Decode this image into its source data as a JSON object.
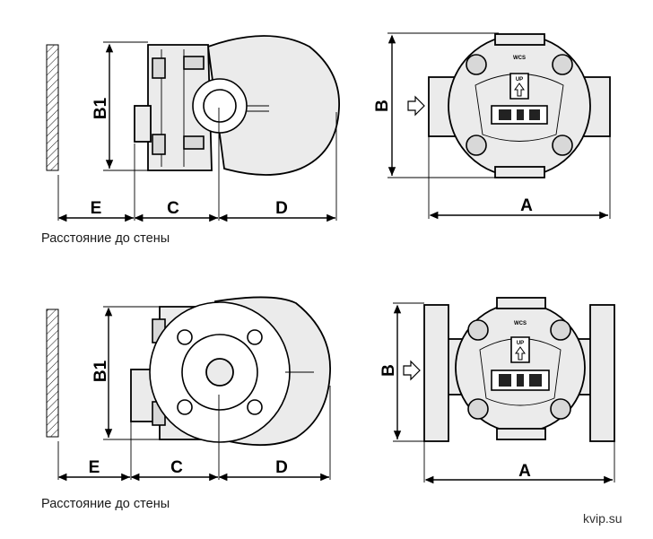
{
  "top_drawing": {
    "side_view": {
      "labels": {
        "height": "B1",
        "wall_gap": "E",
        "body_depth": "C",
        "cover_depth": "D"
      },
      "caption": "Расстояние до стены"
    },
    "front_view": {
      "labels": {
        "height": "B",
        "width": "A"
      },
      "body_marks": {
        "brand": "WCS",
        "flow": "UP"
      }
    }
  },
  "bottom_drawing": {
    "side_view": {
      "labels": {
        "height": "B1",
        "wall_gap": "E",
        "body_depth": "C",
        "cover_depth": "D"
      },
      "caption": "Расстояние до стены"
    },
    "front_view": {
      "labels": {
        "height": "B",
        "width": "A"
      },
      "body_marks": {
        "brand": "WCS",
        "flow": "UP"
      }
    }
  },
  "watermark": "kvip.su"
}
